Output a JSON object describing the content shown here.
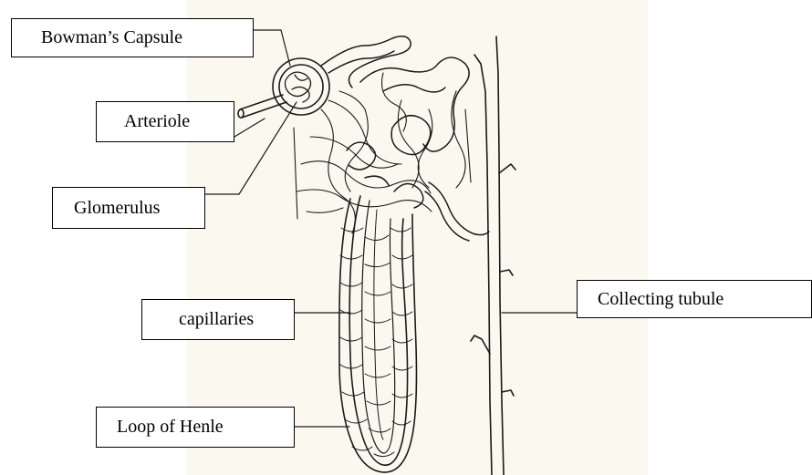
{
  "labels": {
    "bowmans_capsule": "Bowman’s Capsule",
    "arteriole": "Arteriole",
    "glomerulus": "Glomerulus",
    "capillaries": "capillaries",
    "loop_of_henle": "Loop of Henle",
    "collecting_tubule": "Collecting tubule"
  },
  "colors": {
    "background_panel": "#fbf9ef",
    "ink": "#1a1a1a",
    "label_border": "#000000"
  }
}
